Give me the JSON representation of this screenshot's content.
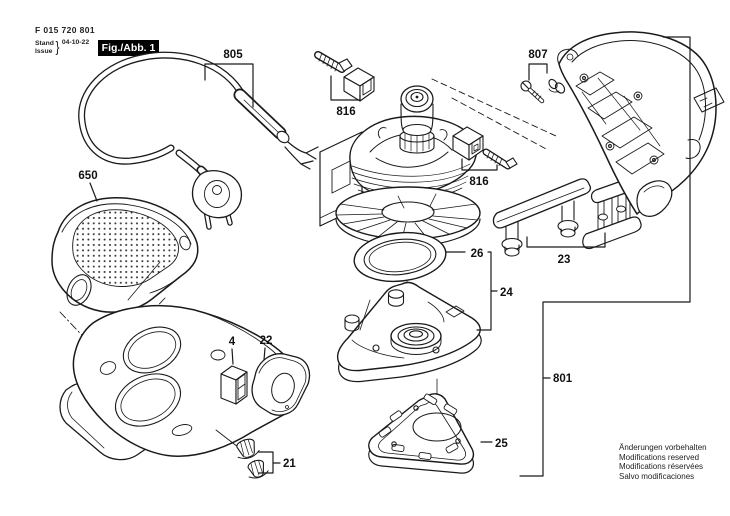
{
  "header": {
    "part_number": "F 015 720 801",
    "stand": "Stand",
    "issue": "Issue",
    "brace": "}",
    "date": "04-10-22",
    "figure": "Fig./Abb. 1"
  },
  "callouts": {
    "cable": "805",
    "brushes_left": "816",
    "brushes_right": "816",
    "screw": "807",
    "dust_box": "650",
    "seal_ring": "26",
    "sanding_plate": "24",
    "support_bridge": "23",
    "switch": "4",
    "switch_cover": "22",
    "buffer_feet": "21",
    "backing_pad": "25",
    "housing_assembly": "801"
  },
  "footer": {
    "line1": "Änderungen vorbehalten",
    "line2": "Modifications reserved",
    "line3": "Modifications réservées",
    "line4": "Salvo modificaciones"
  },
  "colors": {
    "ink": "#1a1a1a",
    "paper": "#ffffff",
    "fig_badge_bg": "#000000",
    "fig_badge_text": "#ffffff"
  }
}
